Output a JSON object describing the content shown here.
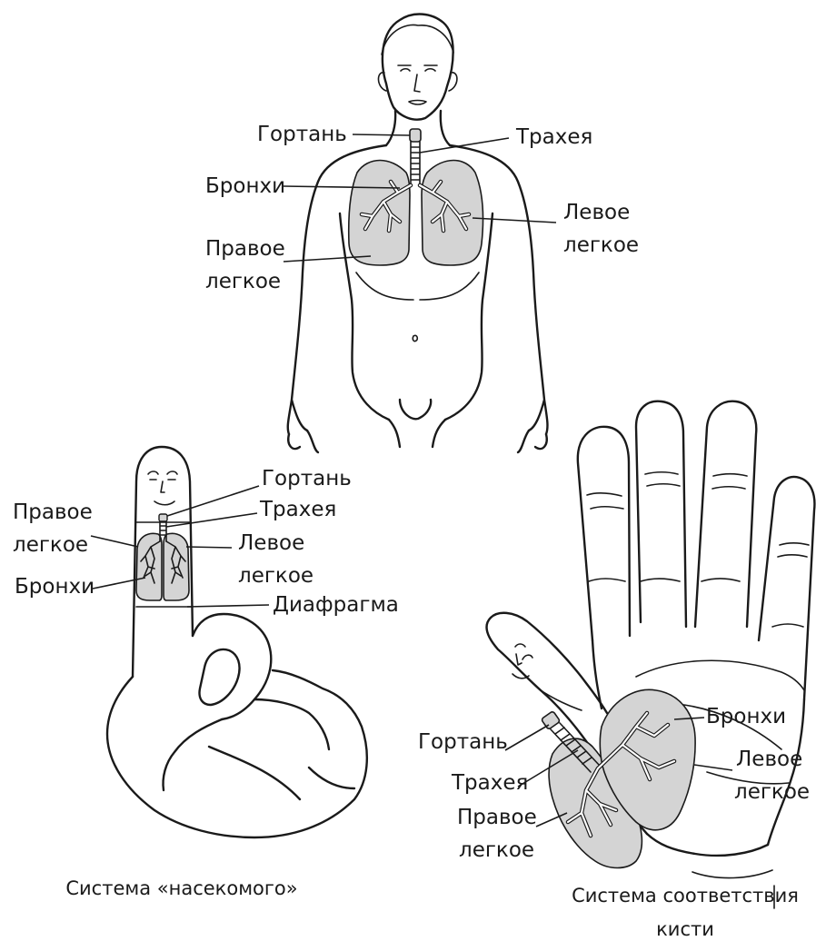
{
  "figures": {
    "body": {
      "labels": {
        "larynx": "Гортань",
        "trachea": "Трахея",
        "bronchi": "Бронхи",
        "left_lung_1": "Левое",
        "left_lung_2": "легкое",
        "right_lung_1": "Правое",
        "right_lung_2": "легкое"
      }
    },
    "finger": {
      "labels": {
        "larynx": "Гортань",
        "trachea": "Трахея",
        "right_lung_1": "Правое",
        "right_lung_2": "легкое",
        "left_lung_1": "Левое",
        "left_lung_2": "легкое",
        "bronchi": "Бронхи",
        "diaphragm": "Диафрагма"
      },
      "caption": "Система «насекомого»"
    },
    "hand": {
      "labels": {
        "bronchi": "Бронхи",
        "larynx": "Гортань",
        "left_lung_1": "Левое",
        "left_lung_2": "легкое",
        "trachea": "Трахея",
        "right_lung_1": "Правое",
        "right_lung_2": "легкое"
      },
      "caption_1": "Система соответствия",
      "caption_2": "кисти"
    }
  },
  "colors": {
    "ink": "#1a1a1a",
    "lung_fill": "#d4d4d4",
    "background": "#ffffff"
  }
}
